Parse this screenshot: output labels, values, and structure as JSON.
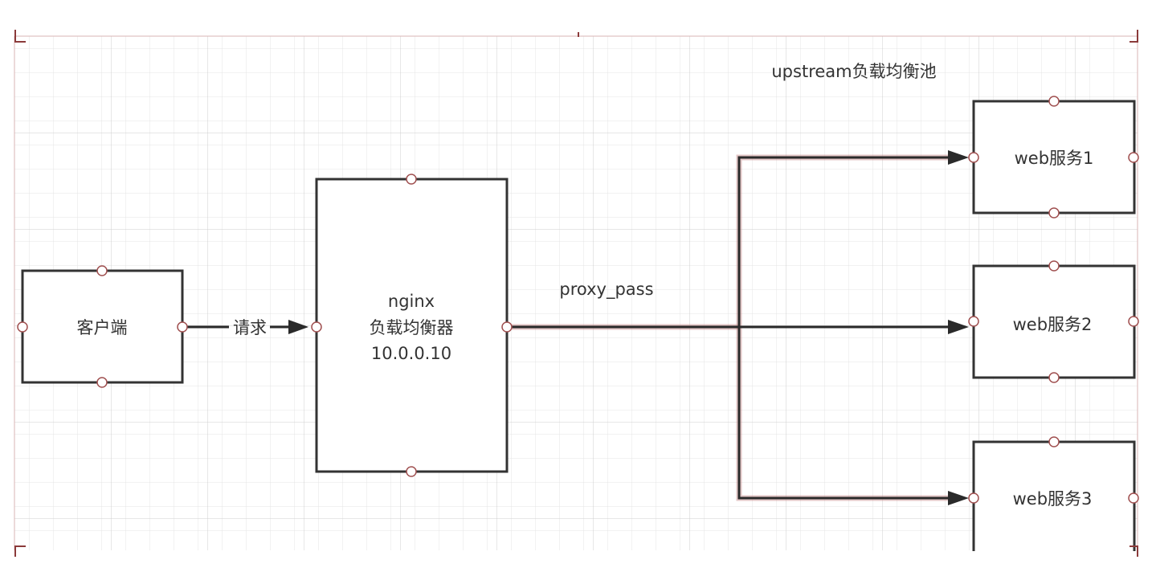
{
  "diagram": {
    "nodes": {
      "client": {
        "label": "客户端"
      },
      "nginx": {
        "lines": [
          "nginx",
          "负载均衡器",
          "10.0.0.10"
        ]
      },
      "web1": {
        "label": "web服务1"
      },
      "web2": {
        "label": "web服务2"
      },
      "web3": {
        "label": "web服务3"
      }
    },
    "edges": {
      "request": {
        "label": "请求"
      },
      "proxy": {
        "label": "proxy_pass"
      }
    },
    "group": {
      "label": "upstream负载均衡池"
    }
  }
}
